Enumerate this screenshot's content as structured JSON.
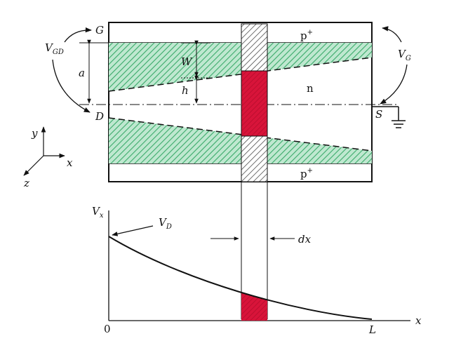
{
  "labels": {
    "gate_top": "G",
    "vgd_main": "V",
    "vgd_sub": "GD",
    "vg_main": "V",
    "vg_sub": "G",
    "drain": "D",
    "source": "S",
    "dim_a": "a",
    "dim_w": "W",
    "dim_h": "h",
    "p_top_main": "p",
    "p_top_sup": "+",
    "p_bottom_main": "p",
    "p_bottom_sup": "+",
    "n_region": "n",
    "axis_y": "y",
    "axis_x": "x",
    "axis_z": "z",
    "plot_vx_main": "V",
    "plot_vx_sub": "x",
    "plot_vd_main": "V",
    "plot_vd_sub": "D",
    "plot_dx": "dx",
    "plot_origin": "0",
    "plot_L": "L",
    "plot_x": "x"
  },
  "colors": {
    "depletion": "#5cc08a",
    "slice": "#d8143a",
    "line": "#111111"
  }
}
